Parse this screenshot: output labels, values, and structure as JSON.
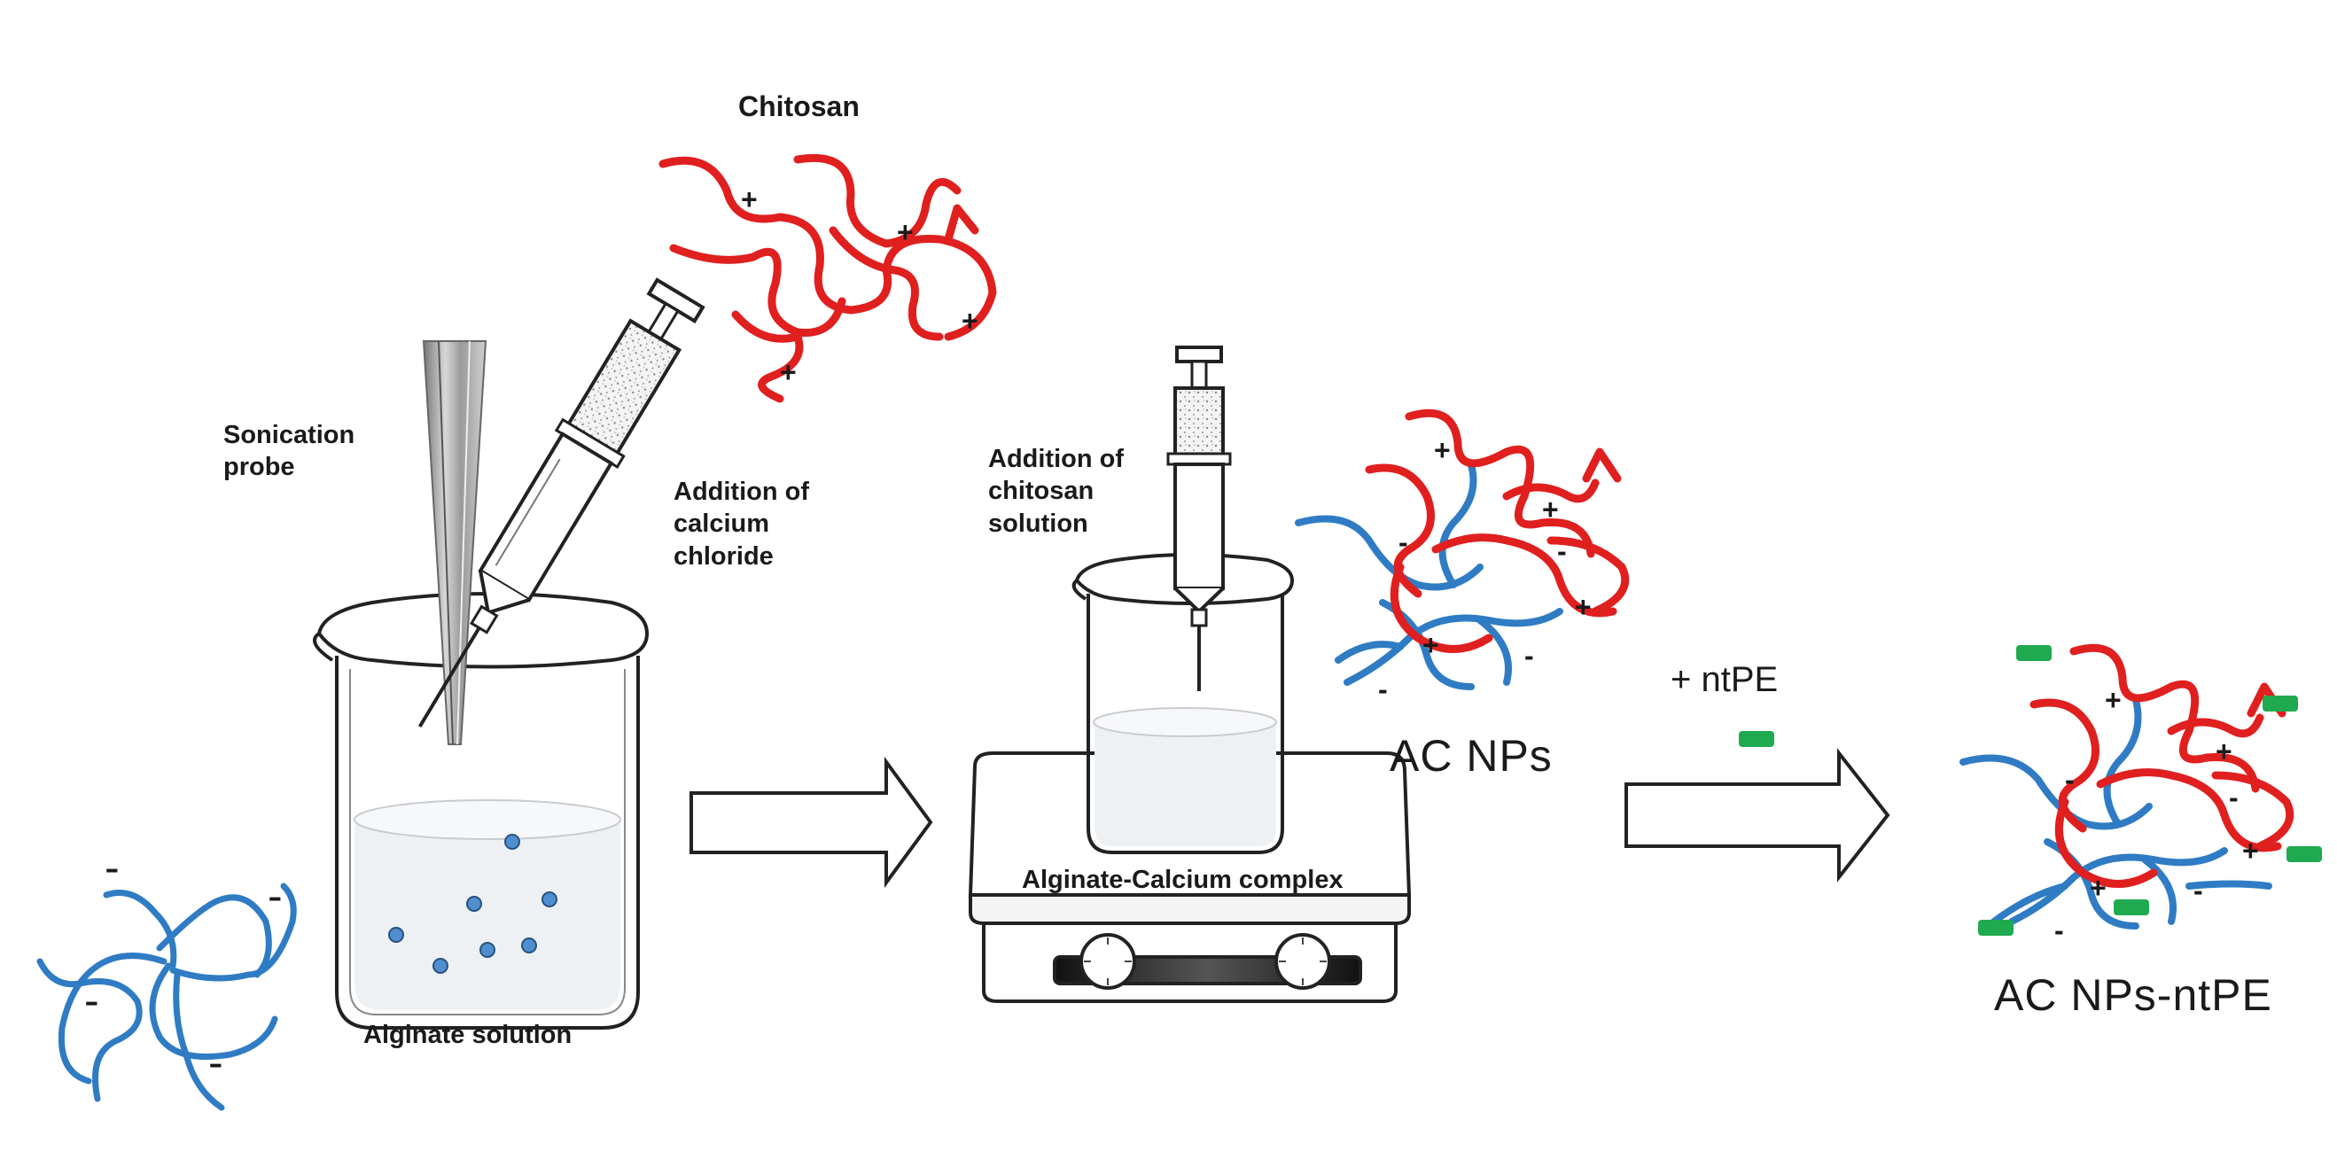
{
  "labels": {
    "chitosan": "Chitosan",
    "sonication_probe": [
      "Sonication",
      "probe"
    ],
    "addition_calcium_chloride": [
      "Addition of",
      "calcium",
      "chloride"
    ],
    "alginate_solution": "Alginate solution",
    "addition_chitosan_solution": [
      "Addition of",
      "chitosan",
      "solution"
    ],
    "alginate_calcium_complex": "Alginate-Calcium complex",
    "ac_nps": "AC NPs",
    "plus_ntpe": "+ ntPE",
    "ac_nps_ntpe": "AC NPs-ntPE"
  },
  "charges": {
    "positive": "+",
    "negative": "-"
  },
  "colors": {
    "chitosan_chain": "#e01f1f",
    "alginate_chain": "#2f7cc4",
    "ntpe_marker": "#1faa4f",
    "bead": "#4f8fd0",
    "outline": "#222222",
    "liquid": "#eef1f4"
  }
}
